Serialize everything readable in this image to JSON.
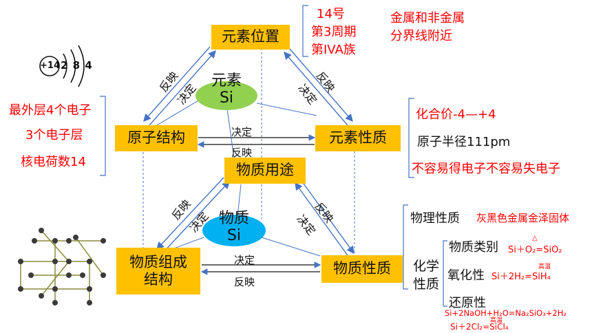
{
  "boxes": {
    "position": "元素位置",
    "structure": "原子结构",
    "properties": "元素性质",
    "usage": "物质用途",
    "composition_line1": "物质组成",
    "composition_line2": "结构",
    "substance_properties": "物质性质"
  },
  "ellipses": {
    "element": {
      "line1": "元素",
      "line2": "Si",
      "color": "#92d050"
    },
    "substance": {
      "line1": "物质",
      "line2": "Si",
      "color": "#00b0f0"
    }
  },
  "arrow_labels": {
    "reflect": "反映",
    "decide": "决定"
  },
  "atom_diagram": {
    "nucleus": "+14",
    "shells": "2 8 4"
  },
  "position_info": {
    "number": "14号",
    "period": "第3周期",
    "group": "第IVA族"
  },
  "boundary_note": {
    "line1": "金属和非金属",
    "line2": "分界线附近"
  },
  "structure_info": [
    "最外层4个电子",
    "3个电子层",
    "核电荷数14"
  ],
  "property_info": {
    "valence": "化合价-4—+4",
    "radius": "原子半径111pm",
    "electron": "不容易得电子不容易失电子"
  },
  "substance_props": {
    "physical_label": "物理性质",
    "physical_value": "灰黑色金属金泽固体",
    "chemical_label_1": "化学",
    "chemical_label_2": "性质",
    "category_label": "物质类别",
    "category_eq": "Si＋O₂=SiO₂",
    "category_cond": "△",
    "oxidizing_label": "氧化性",
    "oxidizing_eq": "Si＋2H₂=SiH₄",
    "oxidizing_cond": "高温",
    "reducing_label": "还原性",
    "reducing_eq1": "Si+2NaOH+H₂O=Na₂SiO₃+2H₂",
    "reducing_eq2": "Si＋2Cl₂=SiCl₄",
    "reducing_cond": "高温"
  },
  "colors": {
    "box": "#ffc000",
    "accent_red": "#ff0000",
    "line": "#4472c4"
  }
}
